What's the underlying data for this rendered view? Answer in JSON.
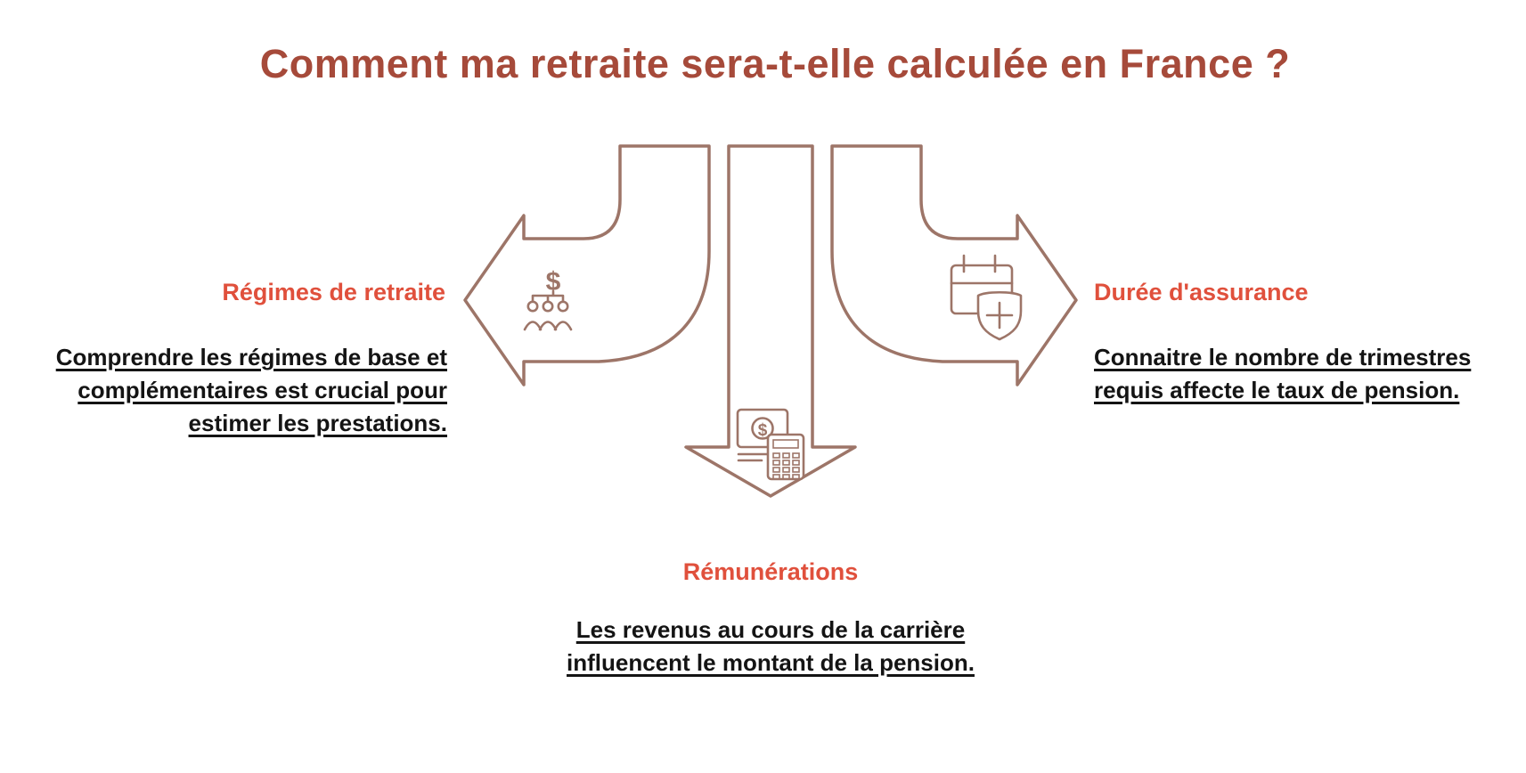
{
  "title": "Comment ma retraite sera-t-elle calculée en France ?",
  "colors": {
    "background": "#ffffff",
    "title_text": "#A64A3A",
    "heading_text": "#E0503C",
    "body_text": "#141414",
    "arrow_outline": "#9D7568"
  },
  "diagram": {
    "left": {
      "heading": "Régimes de retraite",
      "description_lines": [
        "Comprendre les régimes de base et",
        "complémentaires est crucial pour",
        "estimer les prestations."
      ],
      "icon": "hierarchy-dollar-icon"
    },
    "right": {
      "heading": "Durée d'assurance",
      "description_lines": [
        "Connaitre le nombre de trimestres",
        "requis affecte le taux de pension."
      ],
      "icon": "calendar-shield-plus-icon"
    },
    "bottom": {
      "heading": "Rémunérations",
      "description_lines": [
        "Les revenus au cours de la carrière",
        "influencent le montant de la pension."
      ],
      "icon": "banknote-calculator-icon"
    },
    "icon_labels": {
      "dollar": "$"
    }
  }
}
